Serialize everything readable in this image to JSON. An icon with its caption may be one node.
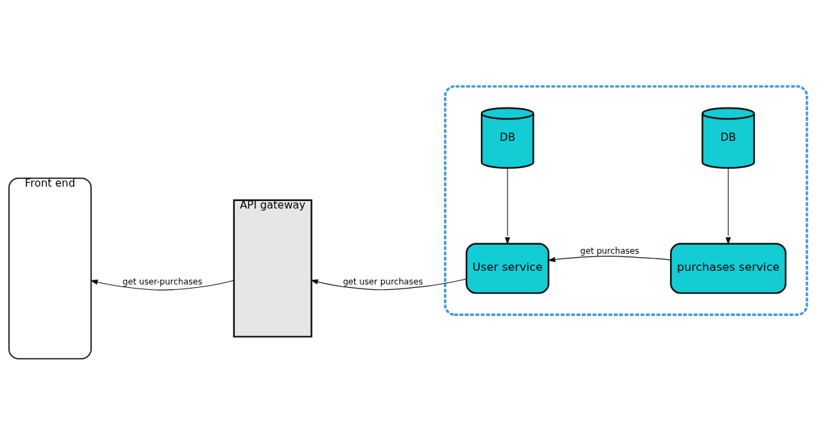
{
  "diagram": {
    "nodes": [
      {
        "text": [
          "Front end"
        ]
      },
      {
        "text": [
          "API gateway"
        ]
      },
      {
        "text": [],
        "shape": "box"
      },
      {
        "text": [
          "DB"
        ],
        "in": 2
      },
      {
        "text": [
          "DB"
        ],
        "in": 2
      },
      {
        "text": [
          "User service"
        ],
        "in": 2
      },
      {
        "text": [
          "purchases service"
        ],
        "in": 2
      }
    ],
    "edges": [
      {
        "from": 1,
        "to": 0,
        "arrow": "to",
        "label": "get user-purchases"
      },
      {
        "from": 5,
        "to": 1,
        "arrow": "to",
        "label": "get user purchases"
      },
      {
        "from": 6,
        "to": 5,
        "arrow": "to",
        "label": "get purchases"
      },
      {
        "from": 3,
        "to": 5,
        "arrow": "to"
      },
      {
        "from": 4,
        "to": 6,
        "arrow": "to"
      }
    ]
  }
}
